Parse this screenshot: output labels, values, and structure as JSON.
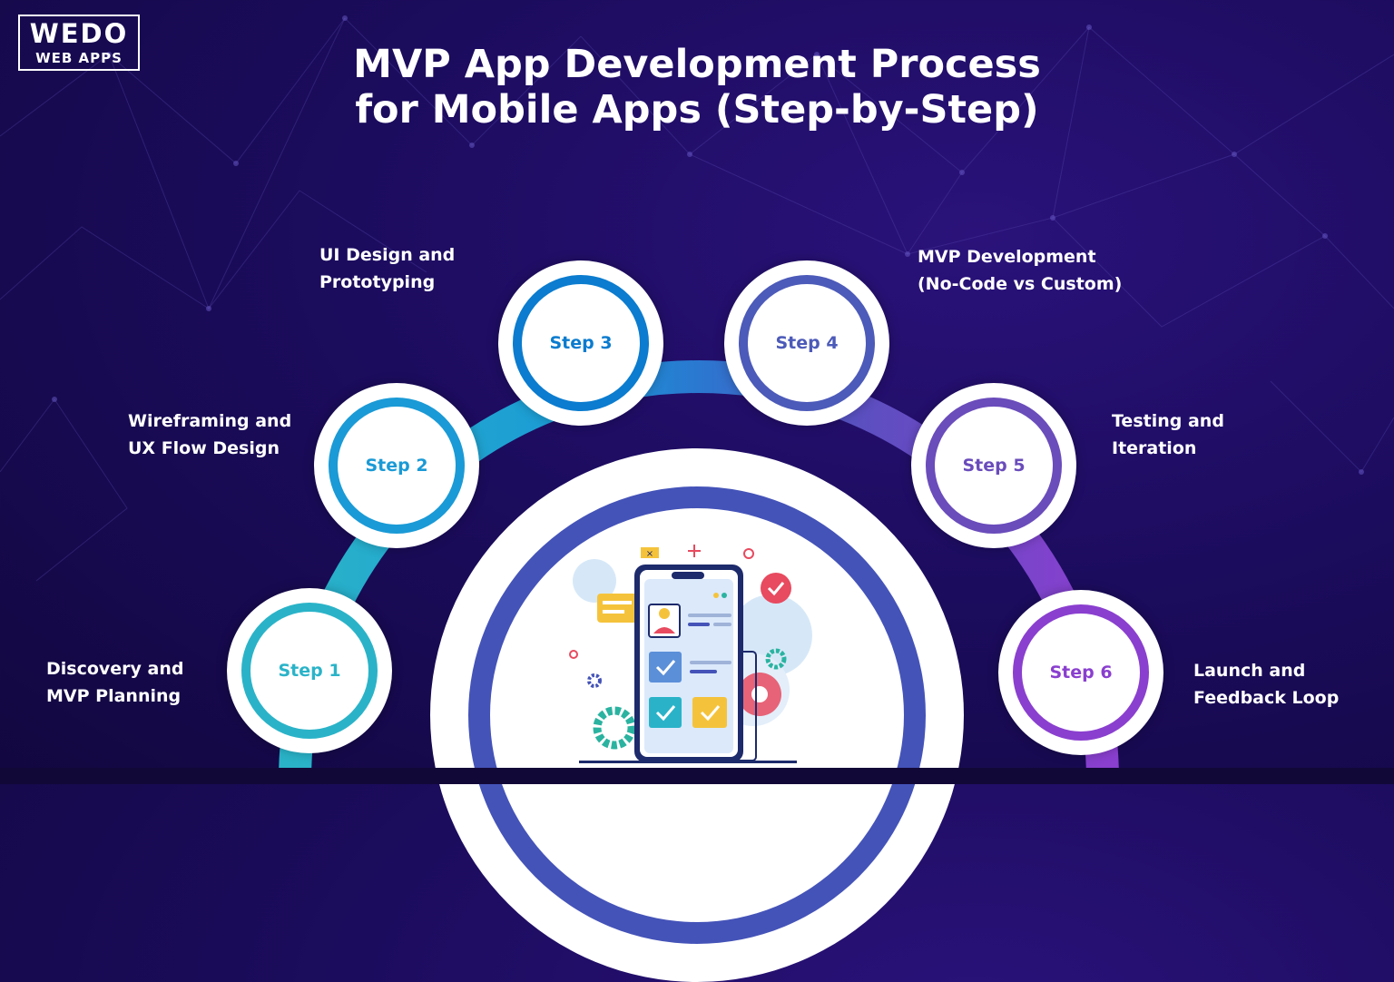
{
  "logo": {
    "line1": "WEDO",
    "line2": "WEB APPS"
  },
  "title": {
    "line1": "MVP App Development Process",
    "line2": "for Mobile Apps (Step-by-Step)"
  },
  "steps": [
    {
      "label": "Step 1",
      "description_line1": "Discovery and",
      "description_line2": "MVP Planning",
      "color": "#2ab3c8"
    },
    {
      "label": "Step 2",
      "description_line1": "Wireframing and",
      "description_line2": "UX Flow Design",
      "color": "#1a9ad6"
    },
    {
      "label": "Step 3",
      "description_line1": "UI Design and",
      "description_line2": "Prototyping",
      "color": "#0b7ccf"
    },
    {
      "label": "Step 4",
      "description_line1": "MVP Development",
      "description_line2": "(No-Code vs Custom)",
      "color": "#4c5ab9"
    },
    {
      "label": "Step 5",
      "description_line1": "Testing and",
      "description_line2": "Iteration",
      "color": "#6a4cbb"
    },
    {
      "label": "Step 6",
      "description_line1": "Launch and",
      "description_line2": "Feedback Loop",
      "color": "#8a3fcf"
    }
  ],
  "illustration": {
    "icon": "mobile-app-icon",
    "close_mark": "×"
  },
  "colors": {
    "background": "#1c0c5e",
    "accent": "#4453b8",
    "check_blue": "#5b8fd8",
    "check_yellow": "#f5c33b",
    "badge_red": "#e84a5f"
  }
}
